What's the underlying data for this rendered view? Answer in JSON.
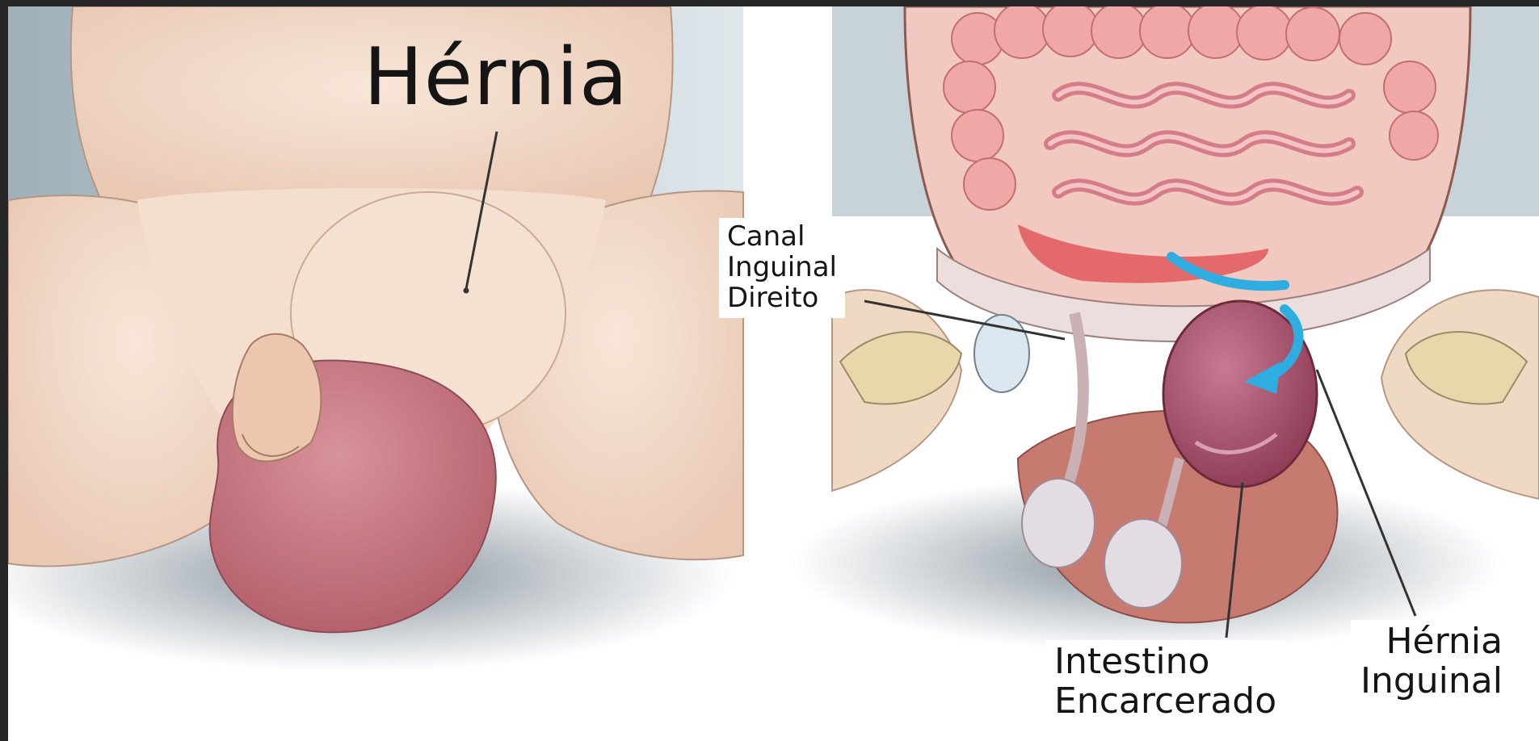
{
  "left_panel": {
    "title": "Hérnia"
  },
  "right_panel": {
    "labels": {
      "canal": "Canal\nInguinal\nDireito",
      "hernia_inguinal": "Hérnia\nInguinal",
      "intestino": "Intestino\nEncarcerado"
    }
  },
  "colors": {
    "frame": "#262626",
    "skin": "#f2dccb",
    "scrotum": "#c7757c",
    "intestine": "#e8939a",
    "hernia_sac": "#a24f67",
    "arrow": "#2eaee0"
  }
}
